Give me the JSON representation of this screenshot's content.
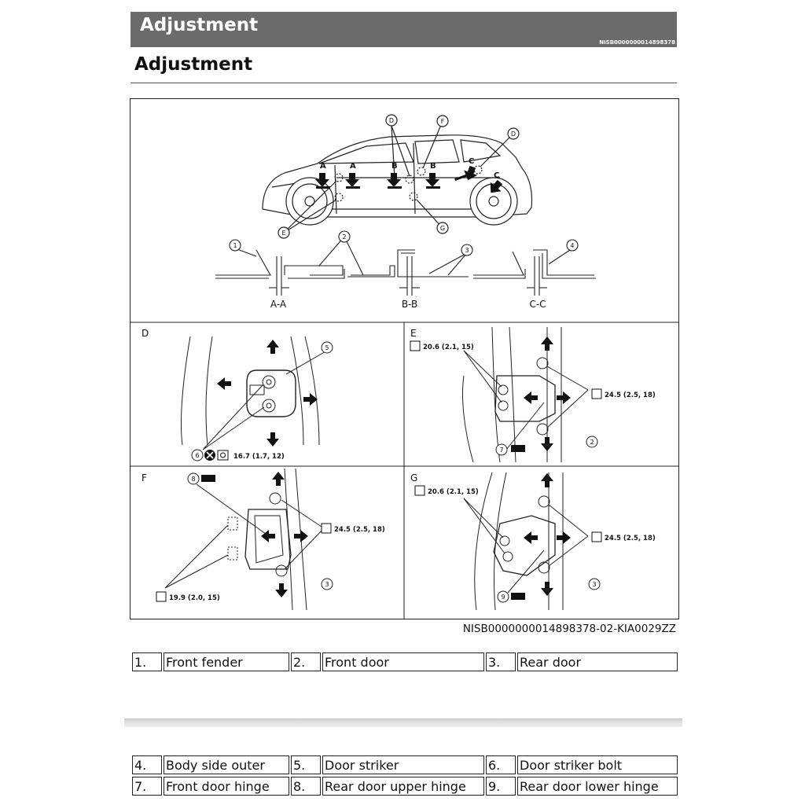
{
  "header": {
    "banner_title": "Adjustment",
    "banner_code": "NISB0000000014898378",
    "section_title": "Adjustment"
  },
  "figure": {
    "id": "NISB0000000014898378-02-KIA0029ZZ",
    "callouts_top": [
      "D",
      "F",
      "D",
      "E",
      "G"
    ],
    "section_marks": [
      "A",
      "A",
      "B",
      "B",
      "C",
      "C"
    ],
    "section_labels": [
      "A-A",
      "B-B",
      "C-C"
    ],
    "part_numbers": [
      "1",
      "2",
      "3",
      "4",
      "5",
      "6",
      "7",
      "8",
      "9"
    ],
    "panel_labels": [
      "D",
      "E",
      "F",
      "G"
    ],
    "torques": {
      "d_striker": "16.7 (1.7, 12)",
      "e_body": "20.6 (2.1, 15)",
      "e_door": "24.5 (2.5, 18)",
      "f_door": "24.5 (2.5, 18)",
      "f_body": "19.9 (2.0, 15)",
      "g_body": "20.6 (2.1, 15)",
      "g_door": "24.5 (2.5, 18)"
    }
  },
  "legend": {
    "row1": [
      {
        "num": "1.",
        "label": "Front fender"
      },
      {
        "num": "2.",
        "label": "Front door"
      },
      {
        "num": "3.",
        "label": "Rear door"
      }
    ],
    "row2": [
      {
        "num": "4.",
        "label": "Body side outer"
      },
      {
        "num": "5.",
        "label": "Door striker"
      },
      {
        "num": "6.",
        "label": "Door striker bolt"
      }
    ],
    "row3": [
      {
        "num": "7.",
        "label": "Front door hinge"
      },
      {
        "num": "8.",
        "label": "Rear door upper hinge"
      },
      {
        "num": "9.",
        "label": "Rear door lower hinge"
      }
    ]
  }
}
